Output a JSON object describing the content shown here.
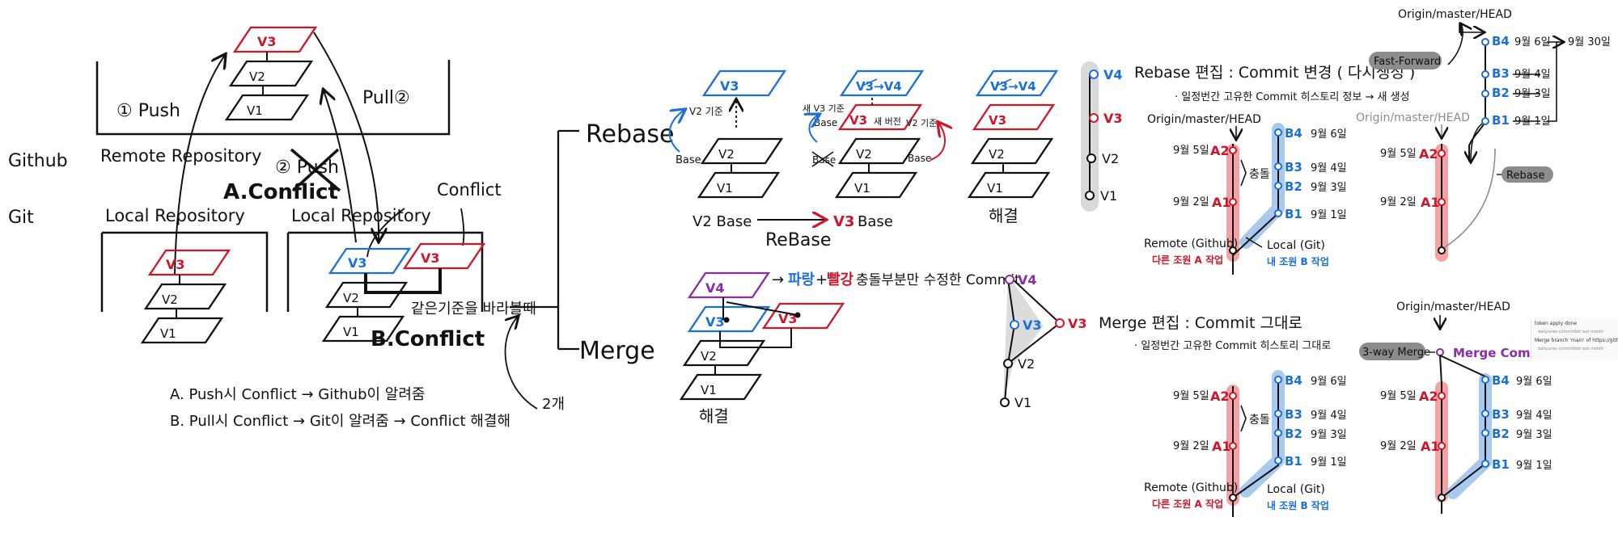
{
  "labels": {
    "github": "Github",
    "git": "Git",
    "remote_repo": "Remote Repository",
    "local_repo_left": "Local Repository",
    "local_repo_right": "Local Repository",
    "push": "① Push",
    "pull": "Pull②",
    "push2": "② Push",
    "conflict_a": "A.Conflict",
    "conflict_b": "B.Conflict",
    "conflict_top": "Conflict",
    "same_base": "같은기준을 바라볼때",
    "note_a": "A. Push시 Conflict → Github이 알려줌",
    "note_b": "B. Pull시 Conflict → Git이 알려줌 → Conflict 해결해",
    "two": "2개",
    "rebase": "Rebase",
    "merge": "Merge",
    "v1": "V1",
    "v2": "V2",
    "v3": "V3",
    "v4": "V4",
    "v3_v4": "V3→V4",
    "base": "Base",
    "v2_base_lbl": "V2 기준",
    "new_v3_base": "새 V3 기준",
    "new_ver": "새 버전",
    "v2_base_bottom": "V2 Base",
    "v3_base_bottom": "V3 Base",
    "rebase_bottom": "ReBase",
    "resolve": "해결",
    "merge_commit_note_pre": "→",
    "blue": "파랑",
    "plus": "+",
    "red": "빨강",
    "merge_commit_note_post": "충돌부분만 수정한 Commit",
    "rebase_title": "Rebase 편집 : Commit 변경 ( 다시생성 )",
    "rebase_sub": "· 일정번간 고유한 Commit 히스토리 정보 → 새 생성",
    "merge_title": "Merge 편집 : Commit 그대로",
    "merge_sub": "· 일정번간 고유한 Commit 히스토리 그대로",
    "origin_head": "Origin/master/HEAD",
    "a2": "A2",
    "a1": "A1",
    "b4": "B4",
    "b3": "B3",
    "b2": "B2",
    "b1": "B1",
    "d95": "9월 5일",
    "d92": "9월 2일",
    "d96": "9월 6일",
    "d94": "9월 4일",
    "d93": "9월 3일",
    "d91": "9월 1일",
    "d930": "9월 30일",
    "collide": "충돌",
    "remote_github": "Remote (Github)",
    "local_git": "Local (Git)",
    "other_a": "다른 조원 A 작업",
    "mine_b": "내 조원 B 작업",
    "fast_forward": "Fast-Forward",
    "rebase_tag": "Rebase",
    "three_way": "3-way Merge",
    "merge_commit": "Merge Commit",
    "notif_1": "token apply done",
    "notif_1_sub": "daliyunko committed last month",
    "notif_2": "Merge branch 'main' of https://github",
    "notif_2_sub": "daliyunko committed last month"
  },
  "colors": {
    "ink": "#111111",
    "red": "#d0152a",
    "blue": "#1a6fd8",
    "purple": "#8a2ba8",
    "red_highlight": "#f3a3a3",
    "blue_highlight": "#a9c9ee",
    "gray_highlight": "#d9d9d9",
    "tag_gray": "#8c8c8c"
  }
}
